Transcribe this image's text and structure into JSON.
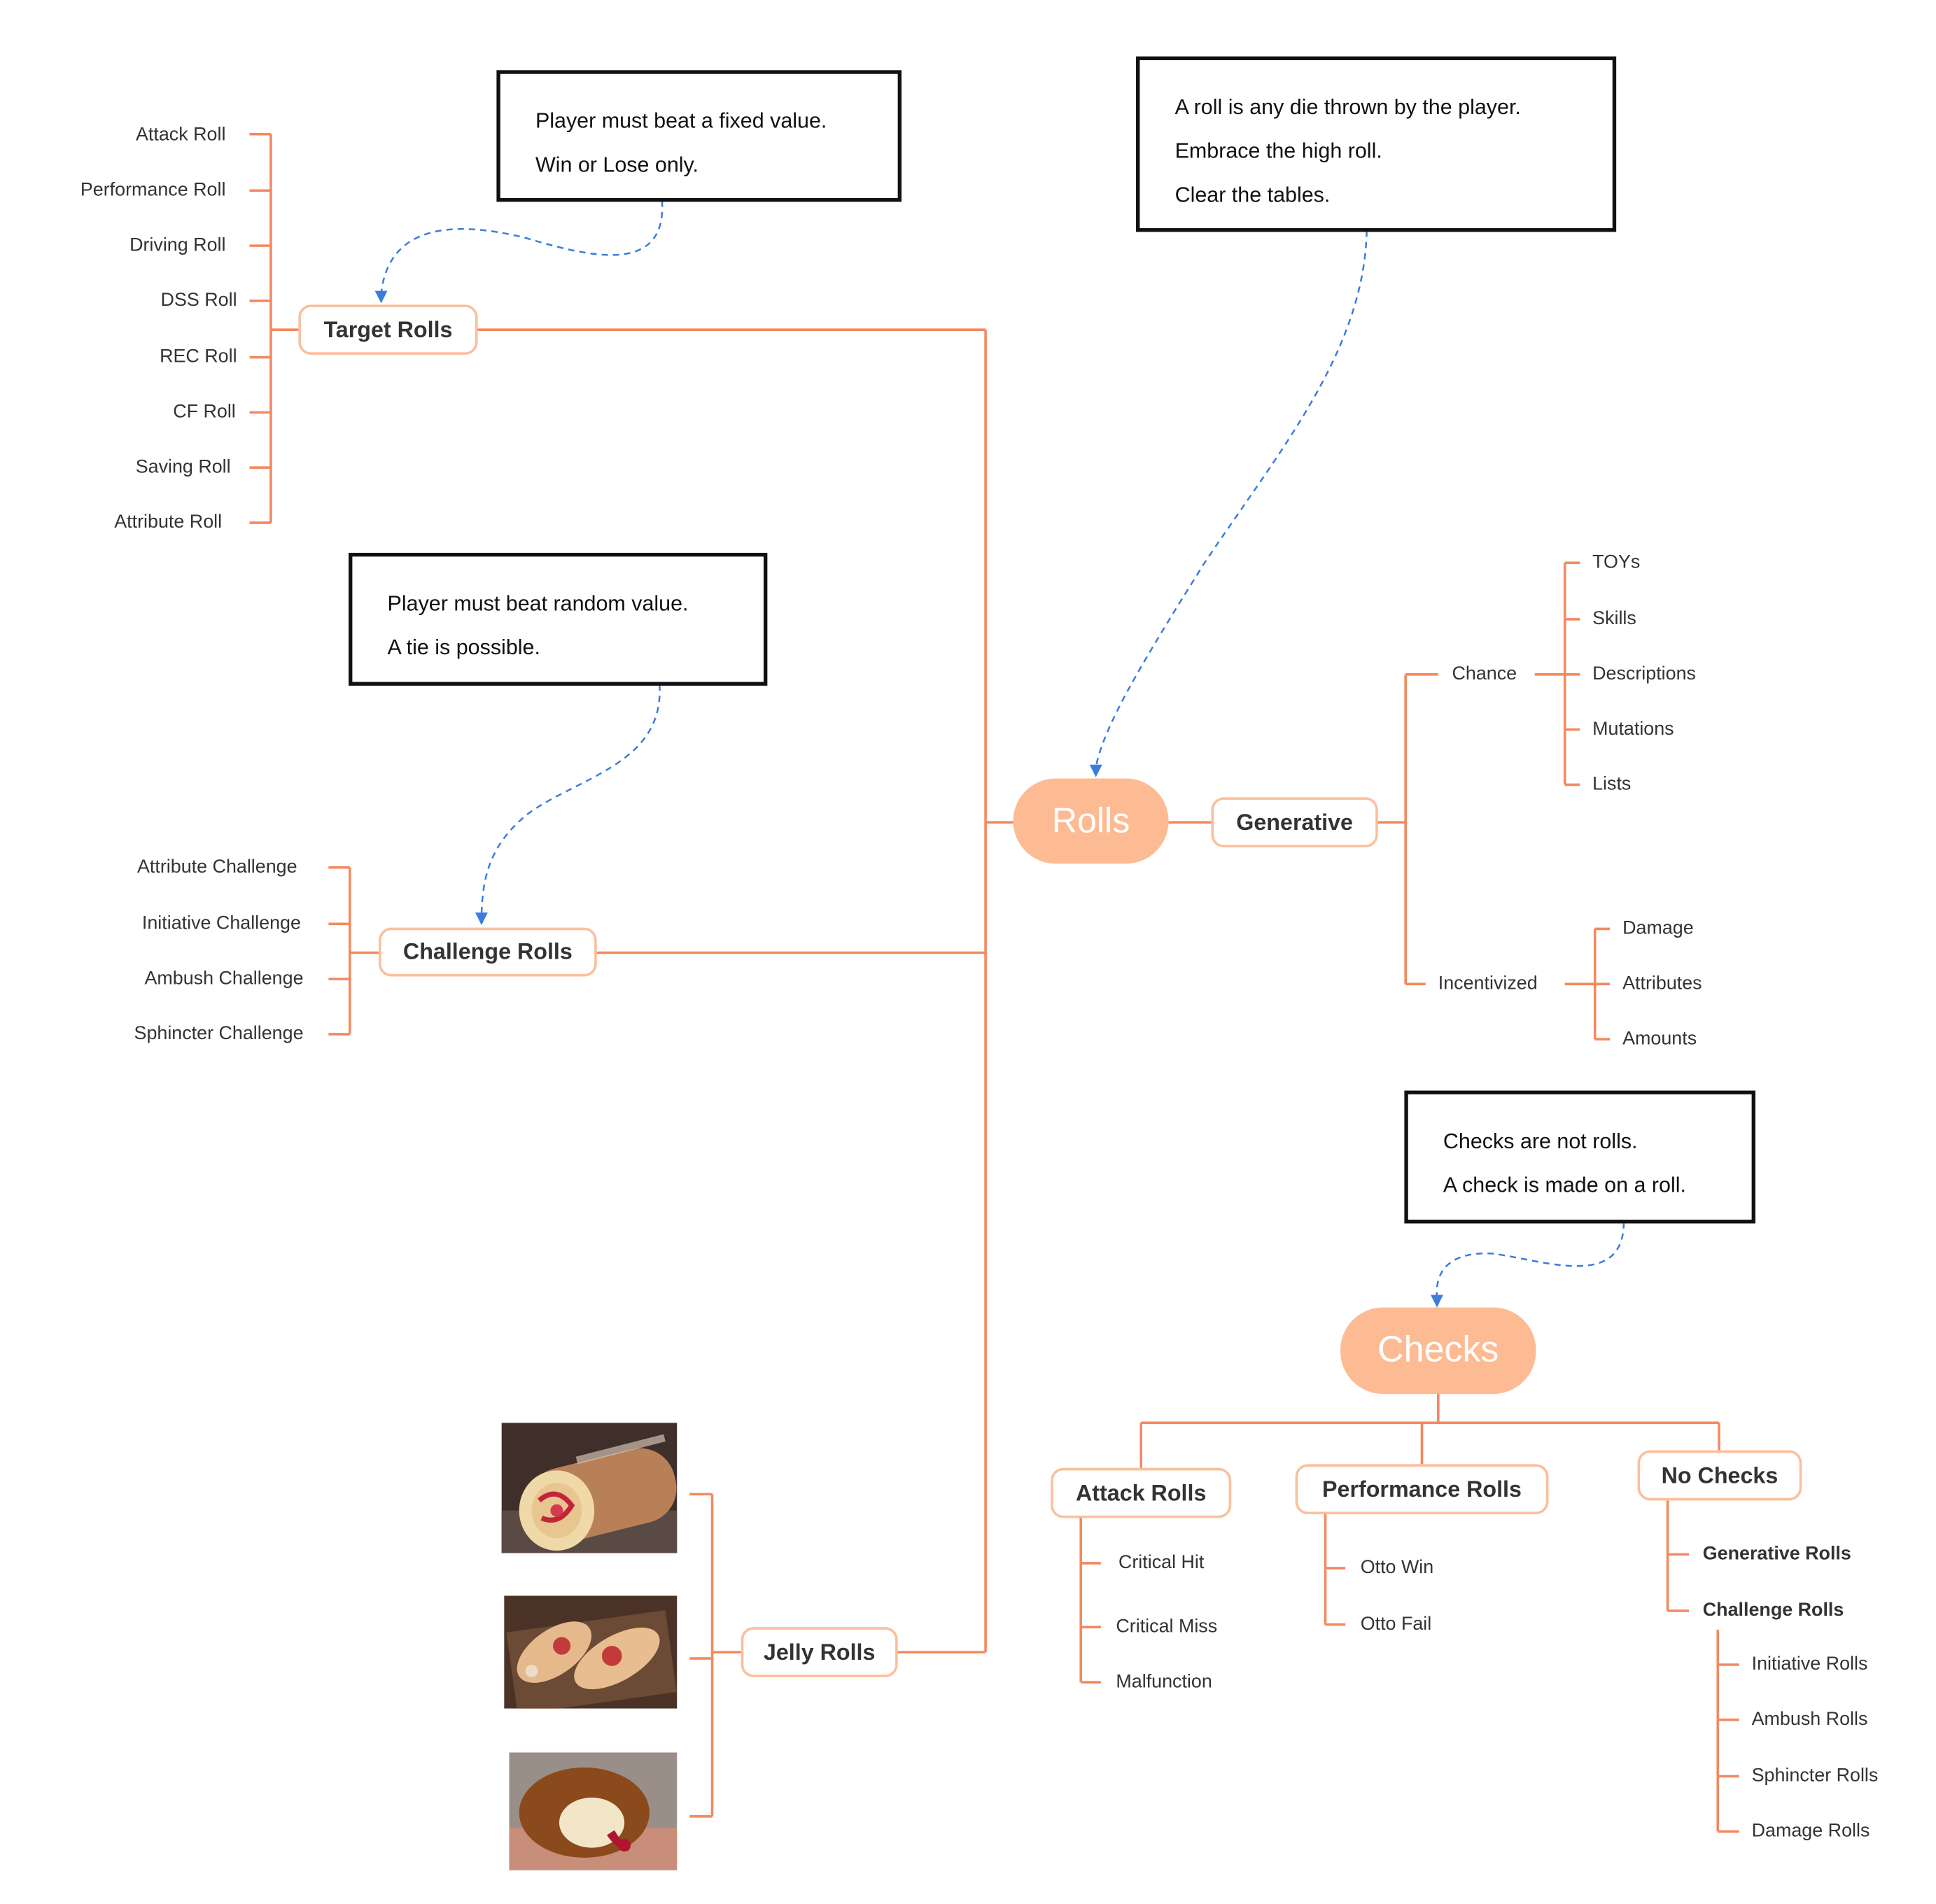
{
  "colors": {
    "branch": "#f4895f",
    "node_border": "#fbbf9c",
    "root_fill": "#fdbb94",
    "note_border": "#111111",
    "connector": "#3b7ddd"
  },
  "rolls": {
    "label": "Rolls",
    "note": [
      "A roll is any die thrown by the player.",
      "Embrace the high roll.",
      "Clear the tables."
    ]
  },
  "target": {
    "label": "Target Rolls",
    "note": [
      "Player must beat a fixed value.",
      "Win or Lose only."
    ],
    "items": [
      "Attack Roll",
      "Performance Roll",
      "Driving Roll",
      "DSS Roll",
      "REC Roll",
      "CF Roll",
      "Saving Roll",
      "Attribute Roll"
    ]
  },
  "challenge": {
    "label": "Challenge Rolls",
    "note": [
      "Player must beat random value.",
      "A tie is possible."
    ],
    "items": [
      "Attribute Challenge",
      "Initiative Challenge",
      "Ambush Challenge",
      "Sphincter Challenge"
    ]
  },
  "jelly": {
    "label": "Jelly Rolls",
    "images": [
      "swiss-roll-photo",
      "cannoli-photo",
      "jelly-donut-photo"
    ]
  },
  "generative": {
    "label": "Generative",
    "chance": {
      "label": "Chance",
      "items": [
        "TOYs",
        "Skills",
        "Descriptions",
        "Mutations",
        "Lists"
      ]
    },
    "incentivized": {
      "label": "Incentivized",
      "items": [
        "Damage",
        "Attributes",
        "Amounts"
      ]
    }
  },
  "checks": {
    "label": "Checks",
    "note": [
      "Checks are not rolls.",
      "A check is made on a roll."
    ],
    "attack": {
      "label": "Attack Rolls",
      "items": [
        "Critical Hit",
        "Critical Miss",
        "Malfunction"
      ]
    },
    "performance": {
      "label": "Performance Rolls",
      "items": [
        "Otto Win",
        "Otto Fail"
      ]
    },
    "none": {
      "label": "No Checks",
      "items": [
        "Generative Rolls",
        "Challenge Rolls"
      ],
      "challenge_items": [
        "Initiative Rolls",
        "Ambush Rolls",
        "Sphincter Rolls",
        "Damage Rolls"
      ]
    }
  }
}
